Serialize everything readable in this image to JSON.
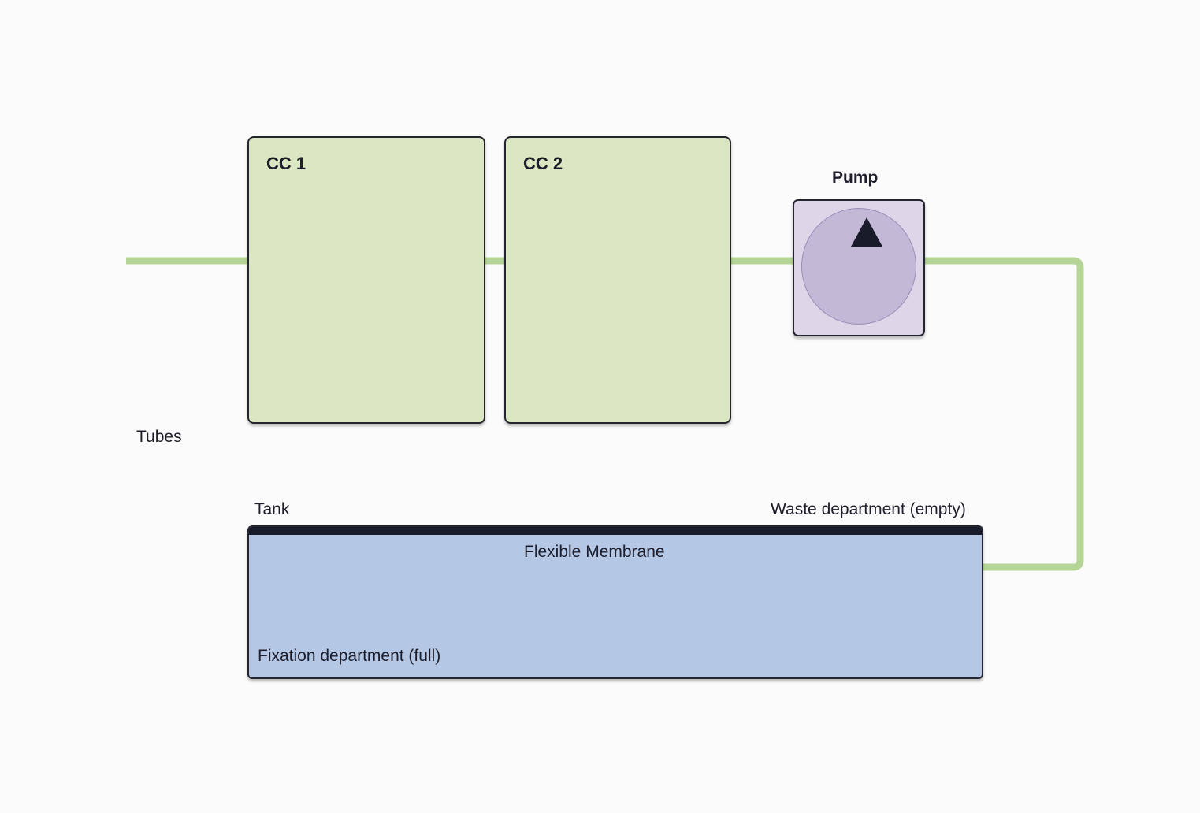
{
  "colors": {
    "tube": "#b5d596",
    "chamber_fill": "#dae7c2",
    "pump_fill": "#ddd6e9",
    "pump_rotor": "#c4b8d7",
    "tank_fill": "#b4c7e4",
    "membrane": "#191b2b"
  },
  "tubes": {
    "label": "Tubes"
  },
  "chambers": [
    {
      "label": "CC 1"
    },
    {
      "label": "CC 2"
    }
  ],
  "pump": {
    "label": "Pump",
    "icon": "pump-rotor-arrow-icon"
  },
  "tank": {
    "label": "Tank",
    "membrane_label": "Flexible Membrane",
    "waste_label": "Waste department (empty)",
    "fixation_label": "Fixation department (full)"
  }
}
